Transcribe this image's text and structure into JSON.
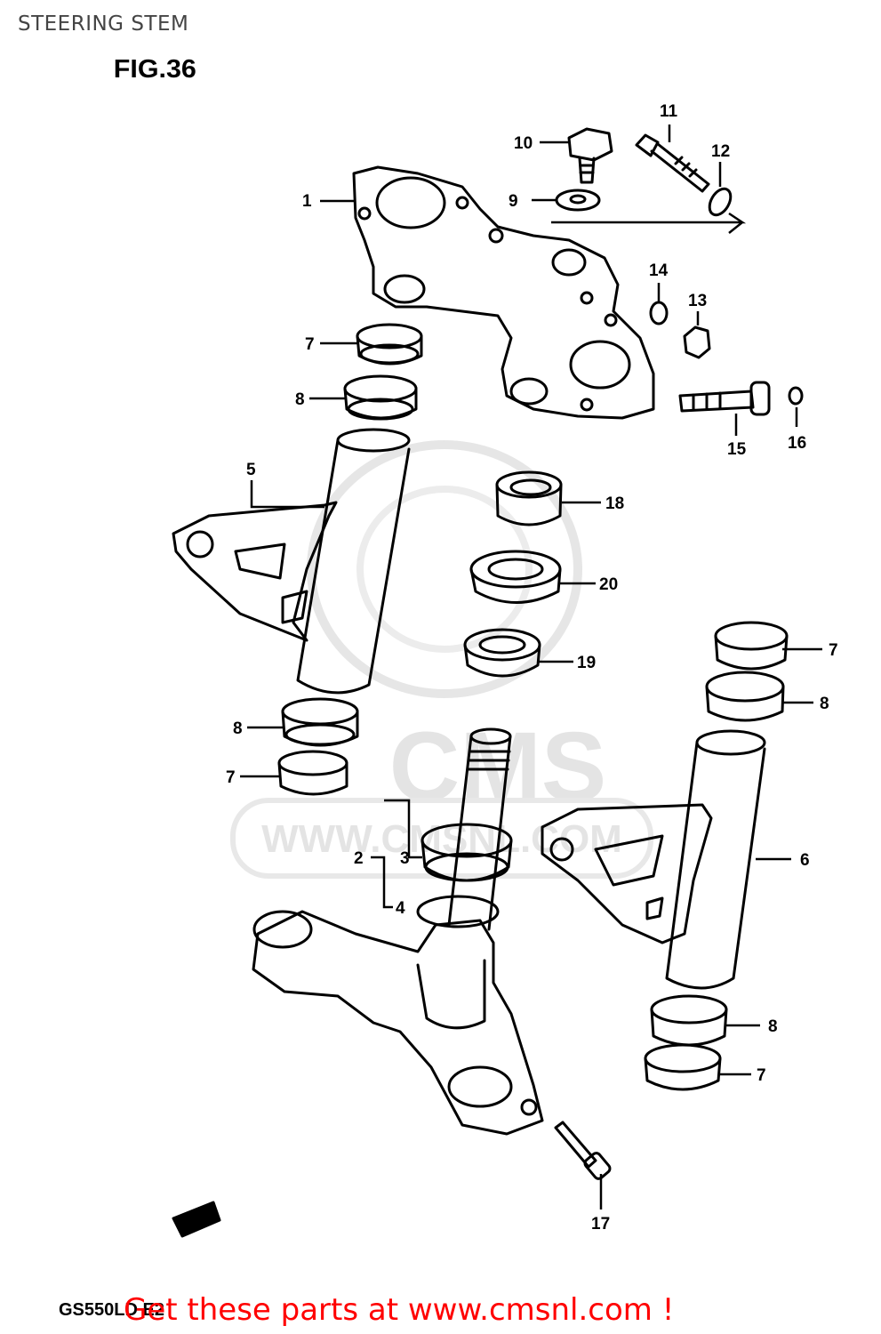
{
  "header": {
    "title": "STEERING STEM",
    "figure": "FIG.36"
  },
  "watermark": {
    "logo_text": "CMS",
    "url_text": "WWW.CMSNL.COM"
  },
  "callouts": {
    "c1": "1",
    "c2": "2",
    "c3": "3",
    "c4": "4",
    "c5": "5",
    "c6": "6",
    "c7a": "7",
    "c7b": "7",
    "c7c": "7",
    "c7d": "7",
    "c8a": "8",
    "c8b": "8",
    "c8c": "8",
    "c8d": "8",
    "c9": "9",
    "c10": "10",
    "c11": "11",
    "c12": "12",
    "c13": "13",
    "c14": "14",
    "c15": "15",
    "c16": "16",
    "c17": "17",
    "c18": "18",
    "c19": "19",
    "c20": "20"
  },
  "footer": {
    "model_code": "GS550LD E2",
    "cta": "Get these parts at www.cmsnl.com !"
  },
  "colors": {
    "cta": "#ff0000",
    "line": "#000000",
    "watermark": "#e4e4e4"
  }
}
